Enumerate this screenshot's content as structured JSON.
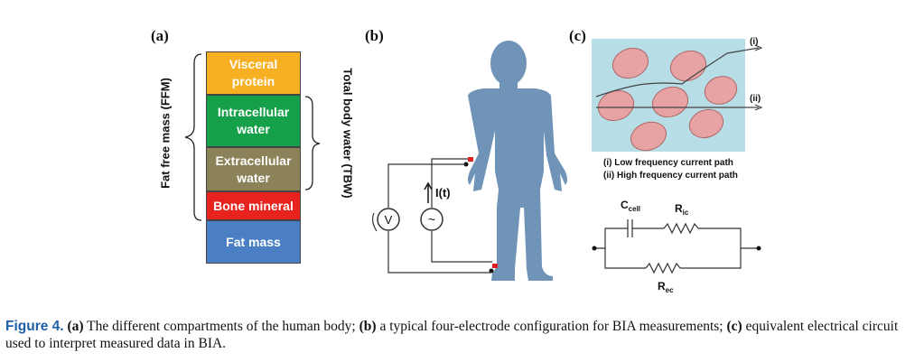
{
  "panels": {
    "a": {
      "label": "(a)",
      "blocks": [
        {
          "text": "Visceral protein",
          "color": "#f7b021"
        },
        {
          "text": "Intracellular water",
          "color": "#17a04a"
        },
        {
          "text": "Extracellular water",
          "color": "#8c8259"
        },
        {
          "text": "Bone mineral",
          "color": "#e8221e"
        },
        {
          "text": "Fat mass",
          "color": "#4a7fc3"
        }
      ],
      "left_brace_label": "Fat free mass (FFM)",
      "right_brace_label": "Total body water (TBW)"
    },
    "b": {
      "label": "(b)",
      "current_label": "I(t)",
      "voltmeter_label": "V",
      "source_label": "~"
    },
    "c": {
      "label": "(c)",
      "path_i": "(i)",
      "path_ii": "(ii)",
      "legend_i": "(i)  Low frequency current path",
      "legend_ii": "(ii)  High frequency current path",
      "c_cell": "C",
      "c_cell_sub": "cell",
      "r_ic": "R",
      "r_ic_sub": "ic",
      "r_ec": "R",
      "r_ec_sub": "ec"
    }
  },
  "caption": {
    "figure": "Figure 4.",
    "part_a_label": "(a)",
    "part_a": " The different compartments of the human body; ",
    "part_b_label": "(b)",
    "part_b": " a typical four-electrode configuration for BIA measurements; ",
    "part_c_label": "(c)",
    "part_c": " equivalent electrical circuit used to interpret measured data in BIA."
  },
  "colors": {
    "body": "#6f94b8",
    "tissue_bg": "#b7dde6",
    "cell": "#e7a3a3",
    "electrode": "#e02020",
    "caption_accent": "#1f5fa8"
  }
}
